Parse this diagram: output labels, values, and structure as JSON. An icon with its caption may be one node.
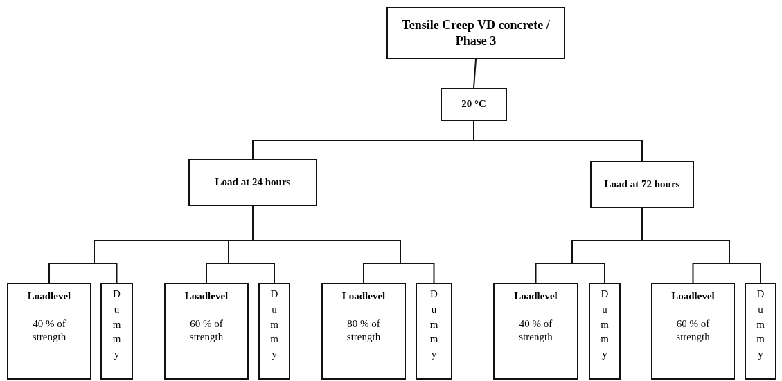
{
  "diagram": {
    "nodes": [
      {
        "text": [
          "Tensile Creep VD concrete / Phase 3"
        ]
      },
      {
        "text": [
          "20 °C"
        ]
      },
      {
        "text": [
          "Load at 24 hours"
        ]
      },
      {
        "text": [
          "Load at 72 hours"
        ]
      },
      {
        "text": [
          "Loadlevel",
          "40 % of strength"
        ]
      },
      {
        "text": [
          "Dummy"
        ]
      },
      {
        "text": [
          "Loadlevel",
          "60 % of strength"
        ]
      },
      {
        "text": [
          "Dummy"
        ]
      },
      {
        "text": [
          "Loadlevel",
          "80 % of strength"
        ]
      },
      {
        "text": [
          "Dummy"
        ]
      },
      {
        "text": [
          "Loadlevel",
          "40 % of strength"
        ]
      },
      {
        "text": [
          "Dummy"
        ]
      },
      {
        "text": [
          "Loadlevel",
          "60 % of strength"
        ]
      },
      {
        "text": [
          "Dummy"
        ]
      }
    ],
    "edges": [
      {
        "from": 0,
        "to": 1,
        "arrow": "none"
      },
      {
        "from": 1,
        "to": 2,
        "arrow": "none"
      },
      {
        "from": 1,
        "to": 3,
        "arrow": "none"
      },
      {
        "from": 2,
        "to": 4,
        "arrow": "none"
      },
      {
        "from": 2,
        "to": 5,
        "arrow": "none"
      },
      {
        "from": 2,
        "to": 6,
        "arrow": "none"
      },
      {
        "from": 2,
        "to": 7,
        "arrow": "none"
      },
      {
        "from": 2,
        "to": 8,
        "arrow": "none"
      },
      {
        "from": 2,
        "to": 9,
        "arrow": "none"
      },
      {
        "from": 3,
        "to": 10,
        "arrow": "none"
      },
      {
        "from": 3,
        "to": 11,
        "arrow": "none"
      },
      {
        "from": 3,
        "to": 12,
        "arrow": "none"
      },
      {
        "from": 3,
        "to": 13,
        "arrow": "none"
      }
    ]
  }
}
